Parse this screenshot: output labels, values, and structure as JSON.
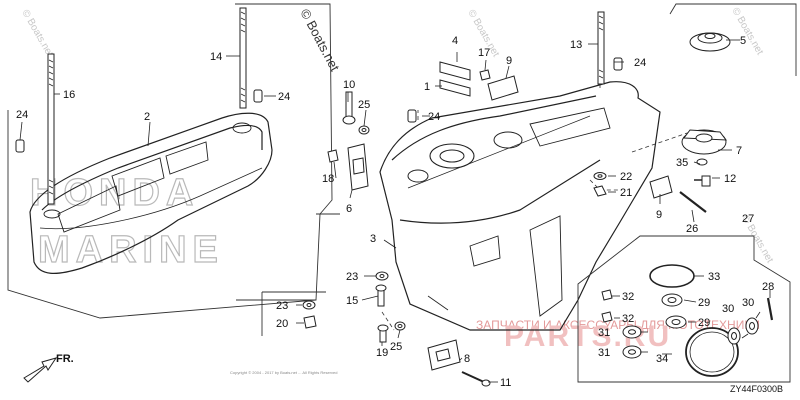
{
  "diagram": {
    "code": "ZY44F0300B",
    "direction_label": "FR.",
    "watermarks": {
      "copyright_vertical": "© Boats.net",
      "honda_marine": [
        "HONDA",
        "MARINE"
      ],
      "parts_shop": "ЗАПЧАСТИ И АКСЕССУАРЫ ДЛЯ МОТОТЕХНИКИ",
      "parts_shop_logo": "PARTS.RU"
    },
    "fine_print": "Copyright © 2004 - 2017 by Boats.net ... All Rights Reserved",
    "colors": {
      "line": "#222222",
      "watermark_red": "#e8a3a3",
      "watermark_gray": "#9a9a9a"
    }
  },
  "callouts": [
    {
      "id": "c1",
      "label": "1"
    },
    {
      "id": "c2",
      "label": "2"
    },
    {
      "id": "c3",
      "label": "3"
    },
    {
      "id": "c4",
      "label": "4"
    },
    {
      "id": "c5",
      "label": "5"
    },
    {
      "id": "c6",
      "label": "6"
    },
    {
      "id": "c7",
      "label": "7"
    },
    {
      "id": "c8",
      "label": "8"
    },
    {
      "id": "c9a",
      "label": "9"
    },
    {
      "id": "c9b",
      "label": "9"
    },
    {
      "id": "c10",
      "label": "10"
    },
    {
      "id": "c11",
      "label": "11"
    },
    {
      "id": "c12",
      "label": "12"
    },
    {
      "id": "c13",
      "label": "13"
    },
    {
      "id": "c14",
      "label": "14"
    },
    {
      "id": "c15",
      "label": "15"
    },
    {
      "id": "c16",
      "label": "16"
    },
    {
      "id": "c17",
      "label": "17"
    },
    {
      "id": "c18",
      "label": "18"
    },
    {
      "id": "c19",
      "label": "19"
    },
    {
      "id": "c20",
      "label": "20"
    },
    {
      "id": "c21",
      "label": "21"
    },
    {
      "id": "c22",
      "label": "22"
    },
    {
      "id": "c23a",
      "label": "23"
    },
    {
      "id": "c23b",
      "label": "23"
    },
    {
      "id": "c24a",
      "label": "24"
    },
    {
      "id": "c24b",
      "label": "24"
    },
    {
      "id": "c24c",
      "label": "24"
    },
    {
      "id": "c24d",
      "label": "24"
    },
    {
      "id": "c25a",
      "label": "25"
    },
    {
      "id": "c25b",
      "label": "25"
    },
    {
      "id": "c26",
      "label": "26"
    },
    {
      "id": "c27",
      "label": "27"
    },
    {
      "id": "c28",
      "label": "28"
    },
    {
      "id": "c29a",
      "label": "29"
    },
    {
      "id": "c29b",
      "label": "29"
    },
    {
      "id": "c30a",
      "label": "30"
    },
    {
      "id": "c30b",
      "label": "30"
    },
    {
      "id": "c31a",
      "label": "31"
    },
    {
      "id": "c31b",
      "label": "31"
    },
    {
      "id": "c32a",
      "label": "32"
    },
    {
      "id": "c32b",
      "label": "32"
    },
    {
      "id": "c33",
      "label": "33"
    },
    {
      "id": "c34",
      "label": "34"
    },
    {
      "id": "c35",
      "label": "35"
    }
  ]
}
